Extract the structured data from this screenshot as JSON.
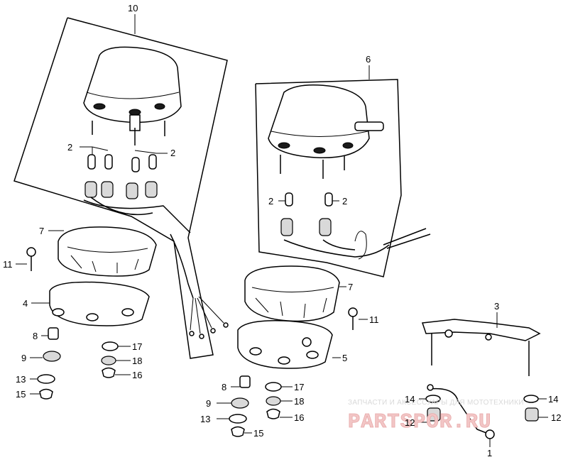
{
  "watermark": {
    "caption": "ЗАПЧАСТИ И АКСЕССУАРЫ ДЛЯ МОТОТЕХНИКИ",
    "brand": "PARTSPOR.RU"
  },
  "callouts": {
    "c10": "10",
    "c6": "6",
    "c2a": "2",
    "c2b": "2",
    "c2c": "2",
    "c2d": "2",
    "c7a": "7",
    "c7b": "7",
    "c11a": "11",
    "c11b": "11",
    "c4": "4",
    "c5": "5",
    "c3": "3",
    "c8a": "8",
    "c8b": "8",
    "c9a": "9",
    "c9b": "9",
    "c13a": "13",
    "c13b": "13",
    "c15a": "15",
    "c15b": "15",
    "c17a": "17",
    "c17b": "17",
    "c18a": "18",
    "c18b": "18",
    "c16a": "16",
    "c16b": "16",
    "c14a": "14",
    "c14b": "14",
    "c12a": "12",
    "c12b": "12",
    "c1": "1"
  }
}
